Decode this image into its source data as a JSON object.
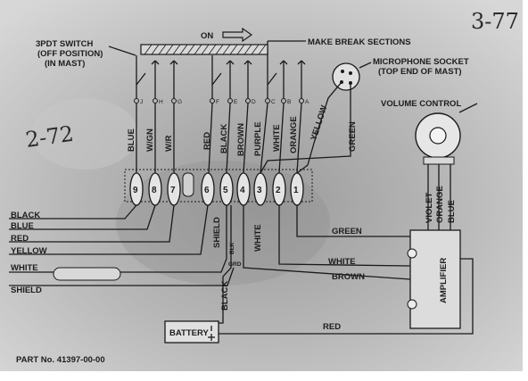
{
  "page_number": "3-77",
  "margin_note": "2-72",
  "part_number": "PART No. 41397-00-00",
  "switch_label": [
    "3PDT SWITCH",
    "(OFF POSITION)",
    "(IN MAST)"
  ],
  "on_label": "ON",
  "make_break_label": "MAKE BREAK SECTIONS",
  "mic_socket_label": [
    "MICROPHONE SOCKET",
    "(TOP END OF MAST)"
  ],
  "volume_control_label": "VOLUME CONTROL",
  "switch_contacts": [
    "J",
    "H",
    "G",
    "F",
    "E",
    "D",
    "C",
    "B",
    "A"
  ],
  "switch_wires": [
    "BLUE",
    "W/GN",
    "W/R",
    "RED",
    "BLACK",
    "BROWN",
    "PURPLE",
    "WHITE",
    "ORANGE",
    "YELLOW",
    "GREEN"
  ],
  "terminals": [
    "9",
    "8",
    "7",
    "6",
    "5",
    "4",
    "3",
    "2",
    "1"
  ],
  "cable_wires": [
    "BLACK",
    "BLUE",
    "RED",
    "YELLOW",
    "WHITE",
    "SHIELD"
  ],
  "lower_wires": [
    "SHIELD",
    "BLK",
    "GRD",
    "WHITE",
    "BLACK"
  ],
  "volume_wires": [
    "VIOLET",
    "ORANGE",
    "BLUE"
  ],
  "amp_wires": [
    "GREEN",
    "WHITE",
    "BROWN",
    "RED"
  ],
  "amplifier_label": "AMPLIFIER",
  "battery_label": "BATTERY"
}
